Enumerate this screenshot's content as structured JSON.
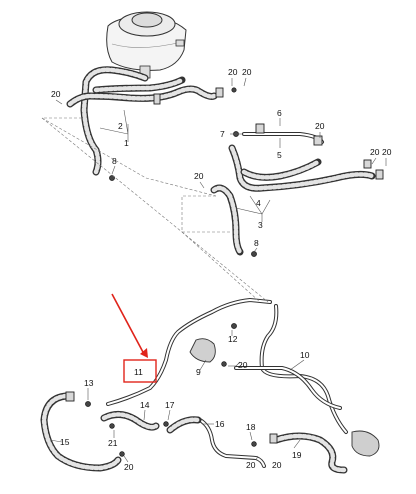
{
  "callouts": {
    "c1": "1",
    "c2": "2",
    "c3": "3",
    "c4": "4",
    "c5": "5",
    "c6": "6",
    "c7": "7",
    "c8a": "8",
    "c8b": "8",
    "c9": "9",
    "c10": "10",
    "c11": "11",
    "c12": "12",
    "c13": "13",
    "c14": "14",
    "c15": "15",
    "c16": "16",
    "c17": "17",
    "c18": "18",
    "c19": "19",
    "c20a": "20",
    "c20b": "20",
    "c20c": "20",
    "c20d": "20",
    "c20e": "20",
    "c20f": "20",
    "c20g": "20",
    "c20h": "20",
    "c20i": "20",
    "c20j": "20",
    "c20k": "20",
    "c21": "21"
  },
  "colors": {
    "highlight": "#e0241b",
    "line_art": "#333333"
  }
}
